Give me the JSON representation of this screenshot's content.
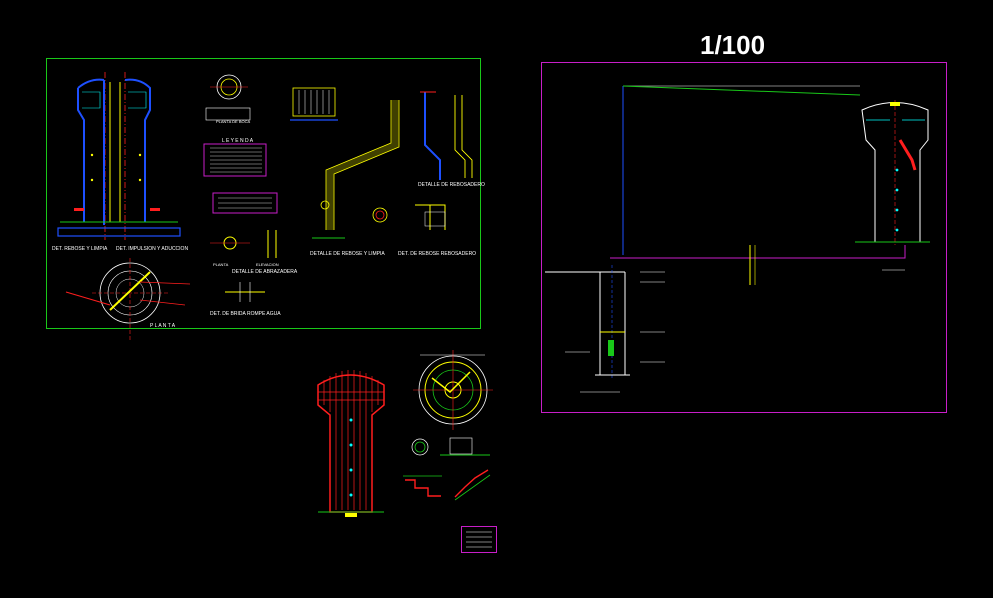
{
  "scale_title": "1/100",
  "sheet_left": {
    "labels": {
      "det_rebose": "DET. REBOSE Y LIMPIA",
      "det_impulsion": "DET. IMPULSION Y ADUCCION",
      "planta": "P L A N T A",
      "leyenda": "L E Y E N D A",
      "planta_boca": "PLANTA DE BOCA",
      "det_rebose_limpia": "DETALLE DE REBOSE Y LIMPIA",
      "detalle_reboseadero": "DETALLE DE REBOSADERO",
      "det_rebose_rebosadero": "DET. DE REBOSE REBOSADERO",
      "detalle_abrazadera": "DETALLE DE ABRAZADERA",
      "det_brida": "DET. DE BRIDA ROMPE AGUA",
      "elevacion": "ELEVACION",
      "planta_small": "PLANTA"
    }
  },
  "colors": {
    "frame_green": "#19c819",
    "frame_magenta": "#c81ec8",
    "structure_red": "#ff1e1e",
    "pipe_yellow": "#ffff00",
    "axis_blue": "#1e50ff",
    "cyan": "#00ffff",
    "white": "#ffffff"
  }
}
